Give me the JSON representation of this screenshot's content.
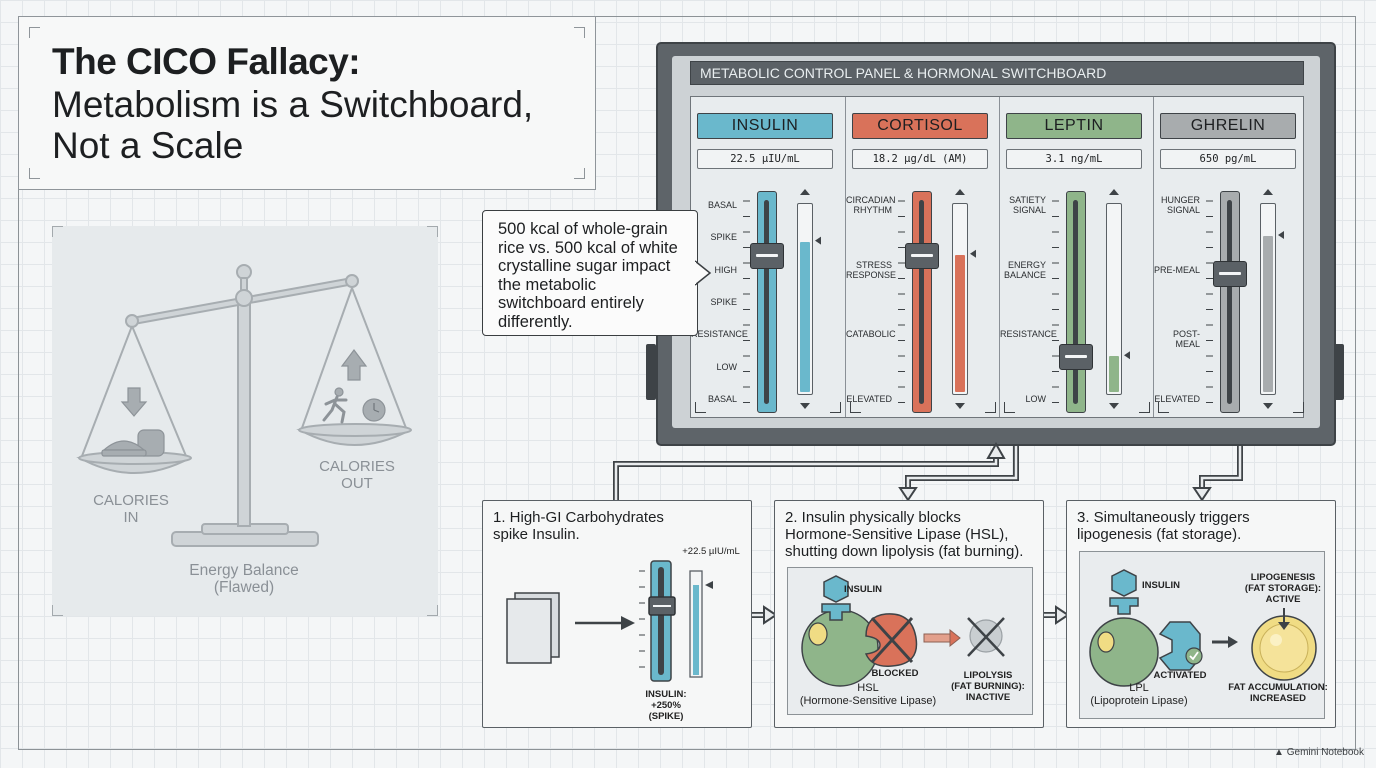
{
  "title": {
    "line1": "The CICO Fallacy:",
    "line2": "Metabolism is a Switchboard,",
    "line3": "Not a Scale"
  },
  "scale": {
    "left_label": "CALORIES\nIN",
    "right_label": "CALORIES\nOUT",
    "caption": "Energy Balance\n(Flawed)"
  },
  "panel": {
    "title": "METABOLIC CONTROL PANEL & HORMONAL SWITCHBOARD",
    "hormones": [
      {
        "name": "INSULIN",
        "reading": "22.5 µIU/mL",
        "color": "#6ab8cc",
        "level": 0.75,
        "fill": 0.8,
        "ticks": [
          "BASAL",
          "SPIKE",
          "HIGH",
          "SPIKE",
          "RESISTANCE",
          "LOW",
          "BASAL"
        ]
      },
      {
        "name": "CORTISOL",
        "reading": "18.2 µg/dL (AM)",
        "color": "#d9725a",
        "level": 0.75,
        "fill": 0.73,
        "ticks": [
          "CIRCADIAN\nRHYTHM",
          "STRESS\nRESPONSE",
          "CATABOLIC",
          "ELEVATED"
        ]
      },
      {
        "name": "LEPTIN",
        "reading": "3.1 ng/mL",
        "color": "#8fb58a",
        "level": 0.2,
        "fill": 0.19,
        "ticks": [
          "SATIETY\nSIGNAL",
          "ENERGY\nBALANCE",
          "RESISTANCE",
          "LOW"
        ]
      },
      {
        "name": "GHRELIN",
        "reading": "650 pg/mL",
        "color": "#a8acae",
        "level": 0.65,
        "fill": 0.83,
        "ticks": [
          "HUNGER\nSIGNAL",
          "PRE-MEAL",
          "POST-MEAL",
          "ELEVATED"
        ]
      }
    ]
  },
  "callout": "500 kcal of whole-grain rice vs. 500 kcal of white crystalline sugar impact the metabolic switchboard entirely differently.",
  "steps": [
    {
      "heading": "1. High-GI Carbohydrates\nspike Insulin.",
      "reading": "+22.5 µIU/mL",
      "slider_label": "INSULIN:\n+250%\n(SPIKE)"
    },
    {
      "heading": "2. Insulin physically blocks\nHormone-Sensitive Lipase (HSL),\nshutting down lipolysis (fat burning).",
      "insulin_label": "INSULIN",
      "blocked_label": "BLOCKED",
      "enzyme_label": "HSL\n(Hormone-Sensitive Lipase)",
      "result_label": "LIPOLYSIS\n(FAT BURNING):\nINACTIVE"
    },
    {
      "heading": "3. Simultaneously triggers\nlipogenesis (fat storage).",
      "insulin_label": "INSULIN",
      "activated_label": "ACTIVATED",
      "enzyme_label": "LPL\n(Lipoprotein Lipase)",
      "status_label": "LIPOGENESIS\n(FAT STORAGE):\nACTIVE",
      "result_label": "FAT ACCUMULATION:\nINCREASED"
    }
  ],
  "watermark": "Gemini Notebook"
}
